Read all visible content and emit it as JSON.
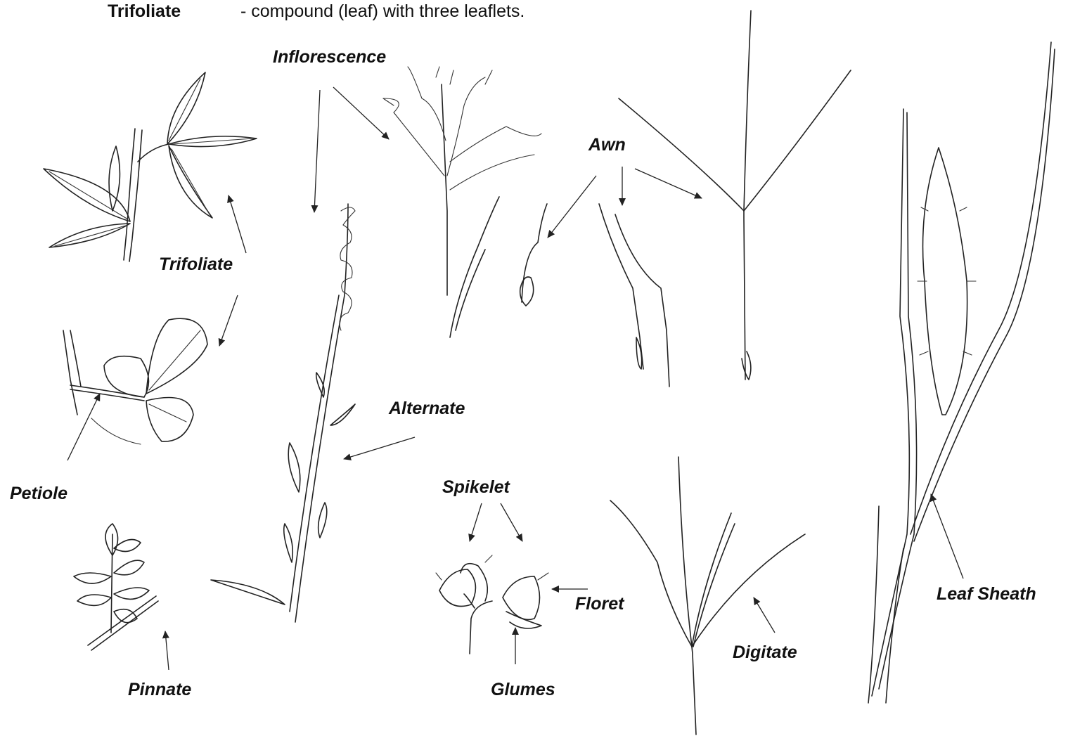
{
  "header": {
    "term": "Trifoliate",
    "definition": "- compound (leaf) with three leaflets."
  },
  "labels": {
    "inflorescence": "Inflorescence",
    "awn": "Awn",
    "trifoliate": "Trifoliate",
    "alternate": "Alternate",
    "petiole": "Petiole",
    "spikelet": "Spikelet",
    "floret": "Floret",
    "glumes": "Glumes",
    "pinnate": "Pinnate",
    "digitate": "Digitate",
    "leaf_sheath": "Leaf Sheath"
  }
}
